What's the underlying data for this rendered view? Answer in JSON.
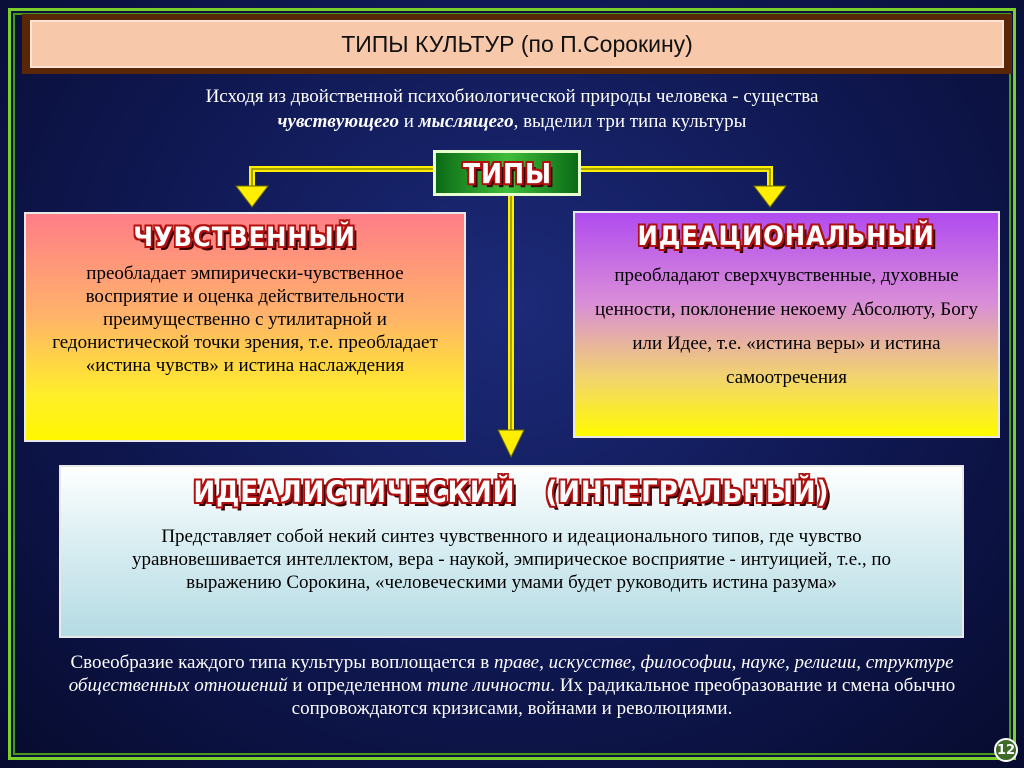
{
  "title": "ТИПЫ КУЛЬТУР (по П.Сорокину)",
  "intro": {
    "part1": "Исходя из двойственной психобиологической природы человека - существа",
    "em1": "чувствующего",
    "and": "и",
    "em2": "мыслящего",
    "part2": ", выделил три типа культуры"
  },
  "types_label": "ТИПЫ",
  "sensual": {
    "heading": "ЧУВСТВЕННЫЙ",
    "text": "преобладает эмпирически-чувственное восприятие и оценка действительности преимущественно с утилитарной и гедонистической точки зрения, т.е. преобладает «истина чувств» и истина наслаждения"
  },
  "ideational": {
    "heading": "ИДЕАЦИОНАЛЬНЫЙ",
    "text": "преобладают сверхчувственные, духовные ценности, поклонение некоему Абсолюту, Богу или Идее, т.е. «истина веры» и истина самоотречения"
  },
  "idealistic": {
    "heading": "ИДЕАЛИСТИЧЕСКИЙ   (ИНТЕГРАЛЬНЫЙ)",
    "text": "Представляет собой некий синтез чувственного и идеационального типов, где чувство уравновешивается интеллектом, вера - наукой, эмпирическое восприятие - интуицией, т.е., по выражению Сорокина, «человеческими умами будет руководить истина разума»"
  },
  "outro": {
    "part1": "Своеобразие каждого типа культуры воплощается в",
    "em1": "праве, искусстве, философии, науке, религии, структуре общественных отношений",
    "part2": "и определенном",
    "em2": "типе личности",
    "part3": ". Их радикальное преобразование и смена обычно сопровождаются кризисами, войнами и революциями."
  },
  "page_number": "12",
  "colors": {
    "background": "#0f1750",
    "frame": "#7ccf2a",
    "arrow": "#ffee00",
    "wordart_outline": "#b01010"
  }
}
